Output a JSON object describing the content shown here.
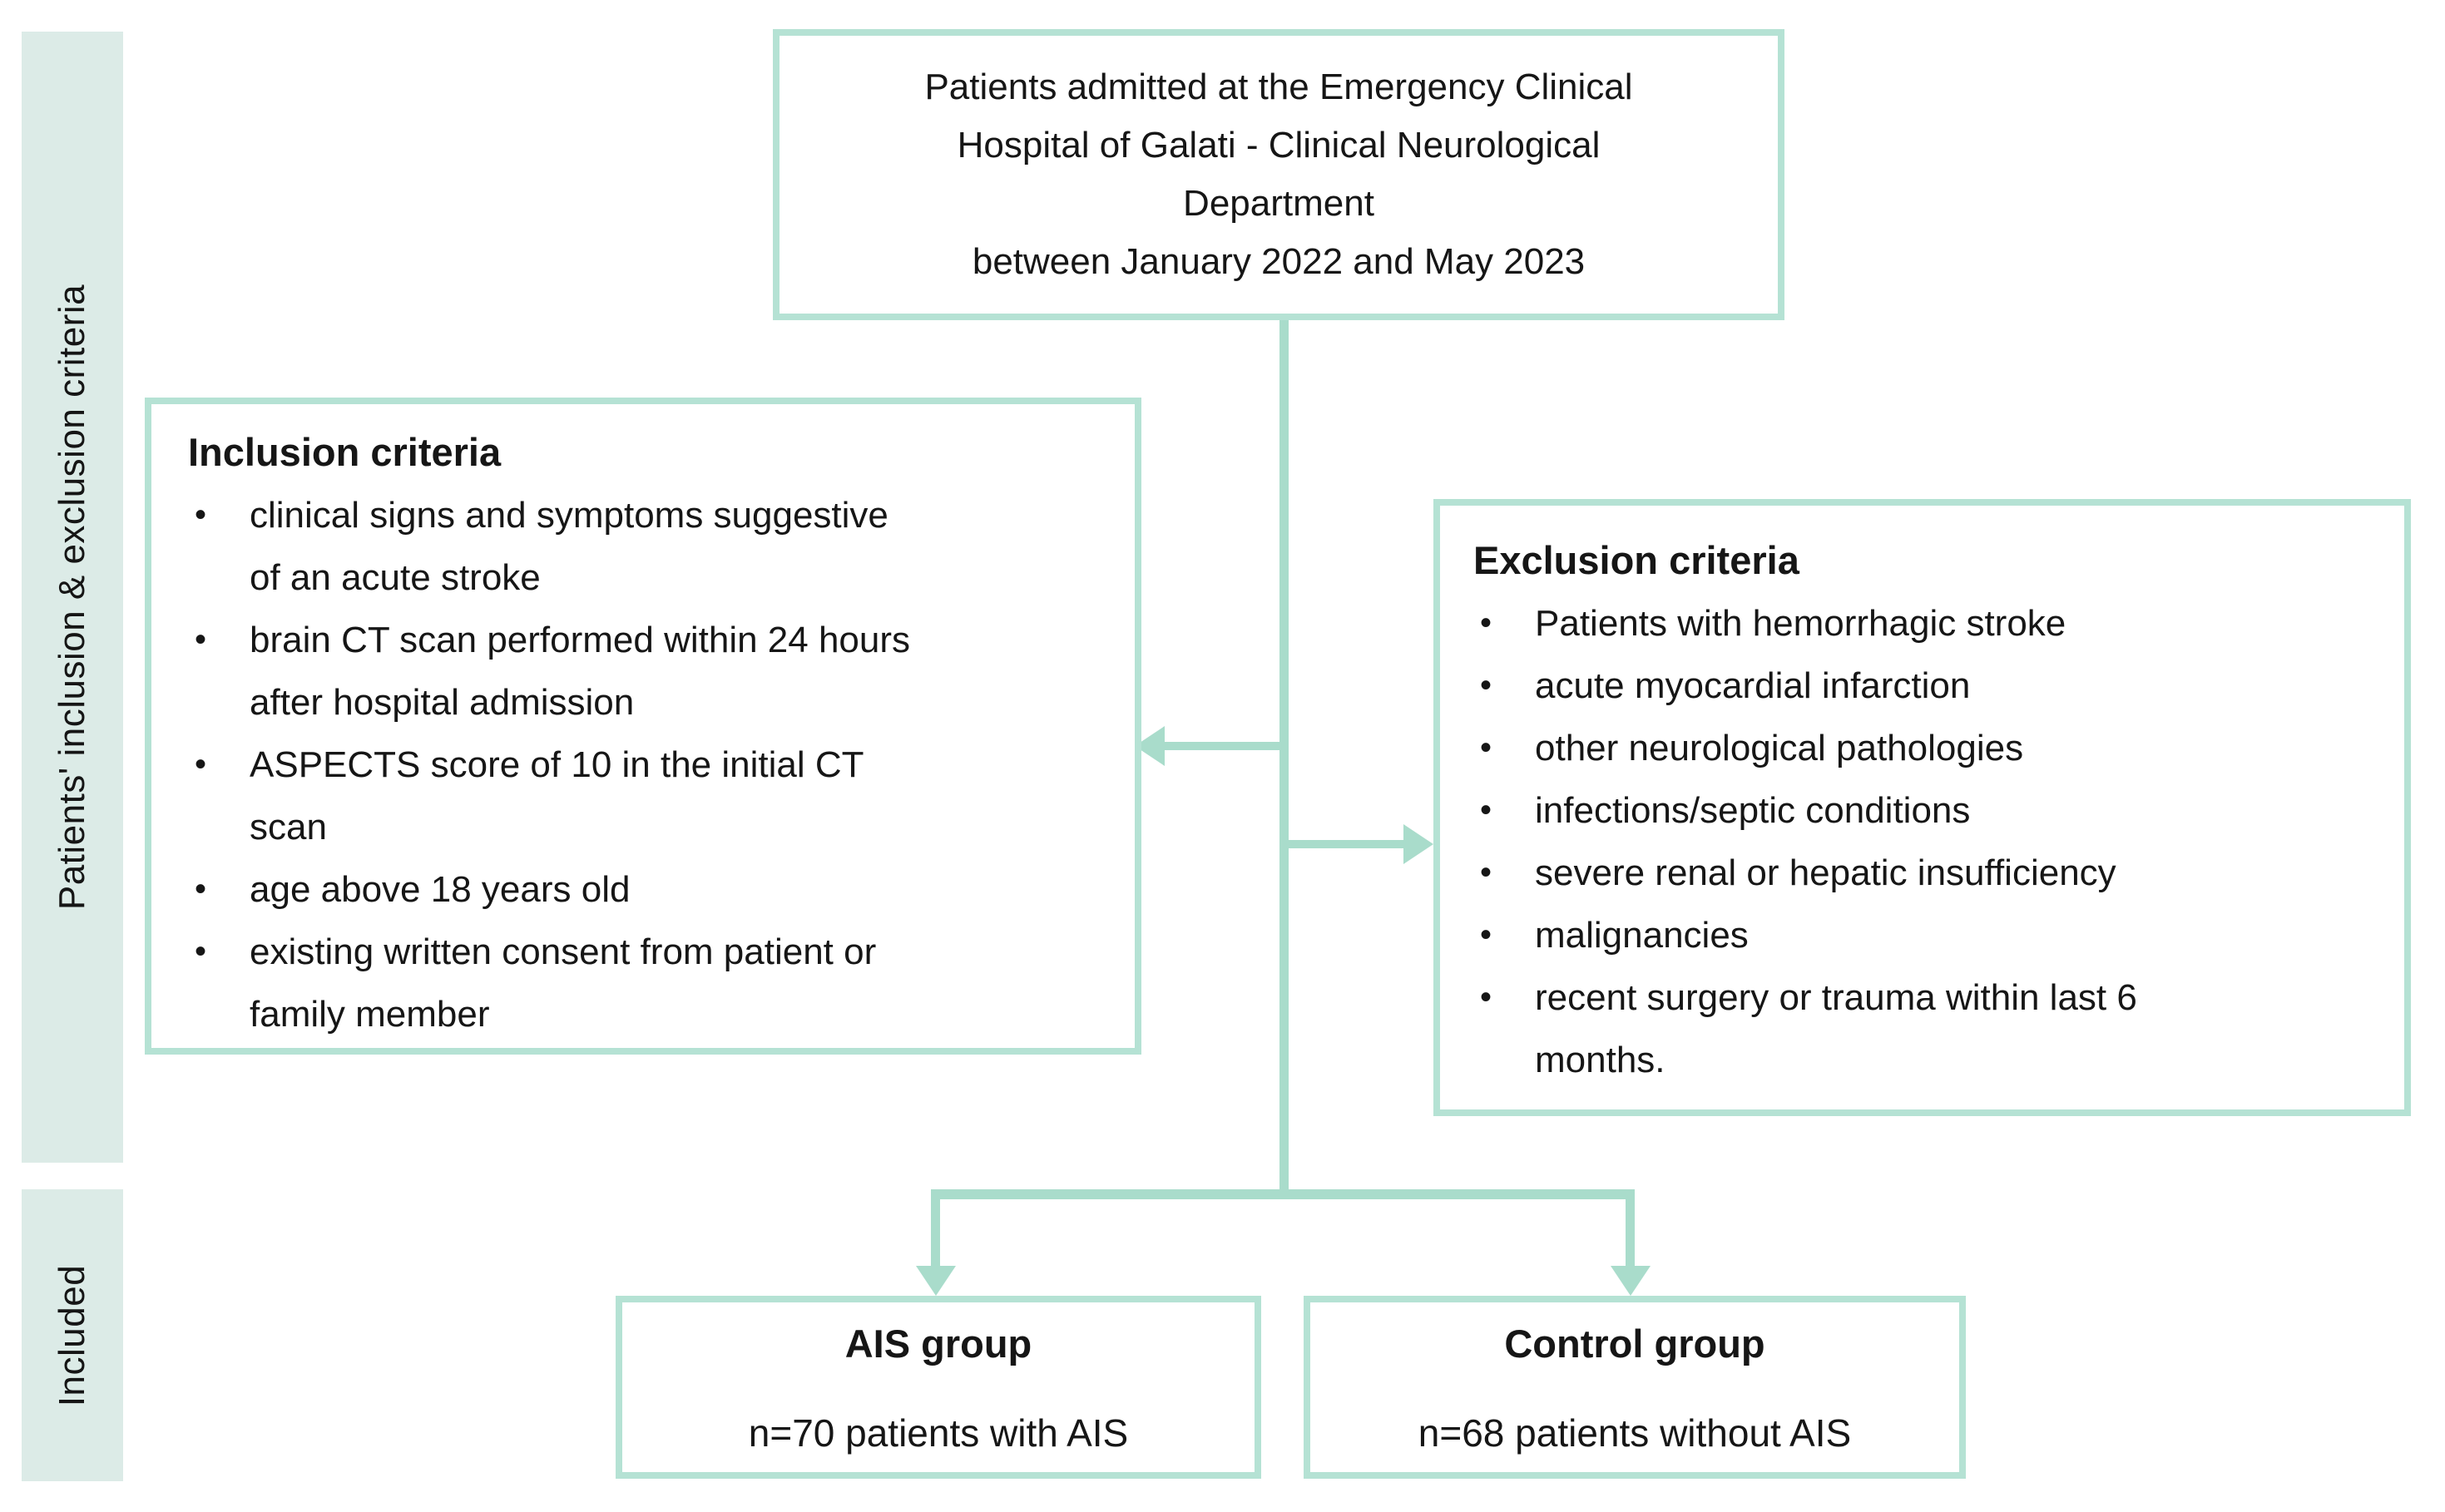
{
  "colors": {
    "accent_line": "#a9dccb",
    "accent_border": "#b5e2d4",
    "band_fill": "#dcebe7",
    "text": "#161616"
  },
  "sidebar": {
    "criteria_band_label": "Patients' inclusion & exclusion criteria",
    "included_band_label": "Included"
  },
  "top_box": {
    "text": "Patients admitted at the Emergency Clinical\nHospital of Galati - Clinical Neurological\nDepartment\nbetween January 2022 and May 2023"
  },
  "inclusion_box": {
    "title": "Inclusion criteria",
    "bullet_glyph": "•",
    "items": [
      "clinical signs and symptoms suggestive\nof an acute stroke",
      "brain CT scan performed within 24 hours\nafter hospital admission",
      "ASPECTS score of 10 in the initial CT\nscan",
      "age above 18 years old",
      "existing written consent from patient or\nfamily member"
    ]
  },
  "exclusion_box": {
    "title": "Exclusion criteria",
    "bullet_glyph": "•",
    "items": [
      "Patients with hemorrhagic stroke",
      "acute myocardial infarction",
      "other neurological pathologies",
      "infections/septic conditions",
      "severe renal or hepatic insufficiency",
      "malignancies",
      "recent surgery or trauma within last 6\nmonths."
    ]
  },
  "ais_box": {
    "title": "AIS group",
    "count_text": "n=70 patients with AIS"
  },
  "control_box": {
    "title": "Control group",
    "count_text": "n=68 patients without AIS"
  }
}
